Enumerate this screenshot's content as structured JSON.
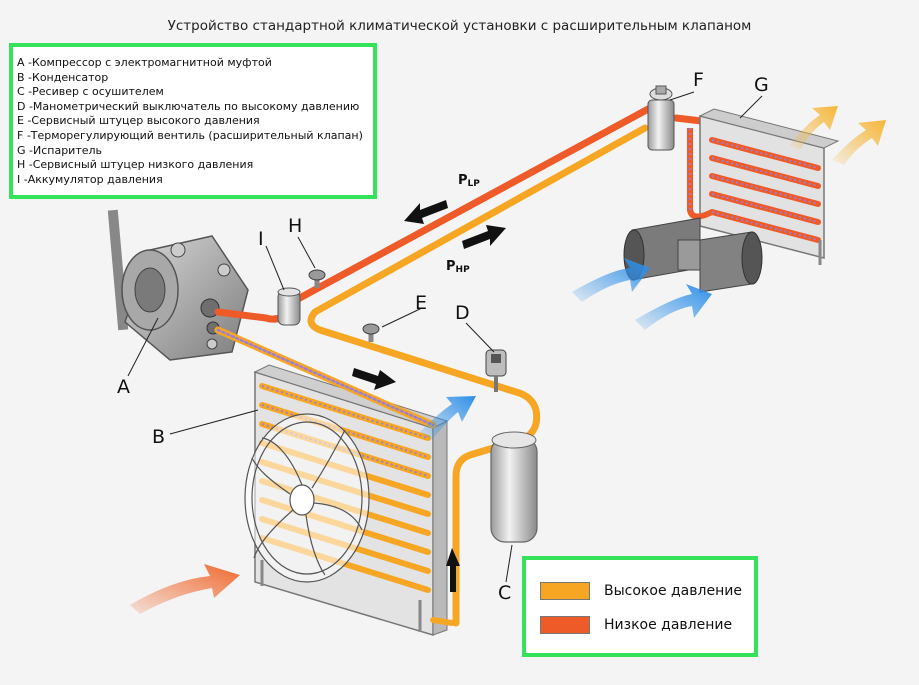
{
  "title": "Устройство стандартной климатической установки с расширительным клапаном",
  "legend": [
    "A -Компрессор с электромагнитной муфтой",
    "B -Конденсатор",
    "C -Ресивер с осушителем",
    "D -Манометрический выключатель по высокому давлению",
    "E -Сервисный штуцер высокого давления",
    "F -Терморегулирующий вентиль (расширительный клапан)",
    "G -Испаритель",
    "H -Сервисный штуцер низкого давления",
    "I  -Аккумулятор давления"
  ],
  "pressure_legend": {
    "high": {
      "label": "Высокое давление",
      "color": "#f6a623"
    },
    "low": {
      "label": "Низкое давление",
      "color": "#ee5a28"
    }
  },
  "component_letters": {
    "A": "A",
    "B": "B",
    "C": "C",
    "D": "D",
    "E": "E",
    "F": "F",
    "G": "G",
    "H": "H",
    "I": "I"
  },
  "pressure_labels": {
    "low": {
      "main": "P",
      "sub": "LP"
    },
    "high": {
      "main": "P",
      "sub": "HP"
    }
  },
  "colors": {
    "frame": "#35e35a",
    "high_pressure_pipe": "#f6a623",
    "low_pressure_pipe": "#ee5a28",
    "cold_air": "#2e8fe8",
    "warm_air": "#f5b638",
    "hot_air": "#f06a30",
    "refrigerant_vapor": "#9b7fd6"
  }
}
